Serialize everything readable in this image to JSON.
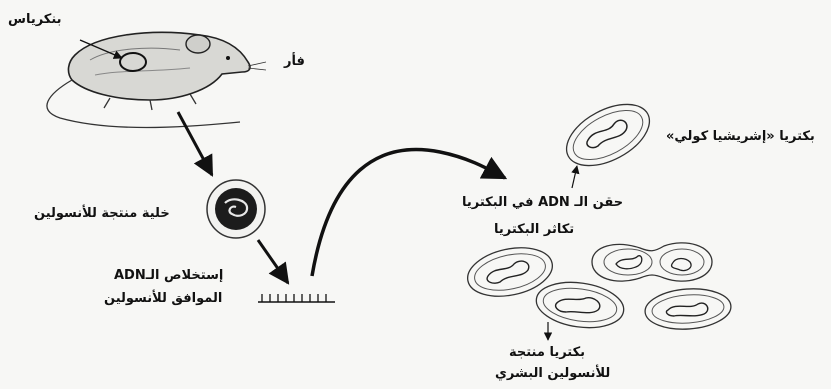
{
  "labels": {
    "pancreas": "بنكرياس",
    "mouse": "فأر",
    "insulin_cell": "خلية منتجة للأنسولين",
    "extraction_line1": "إستخلاص الـADN",
    "extraction_line2": "الموافق للأنسولين",
    "bacteria_ecoli": "بكتريا «إشريشيا كولي»",
    "injection": "حقن الـ ADN في البكتريا",
    "multiplication": "تكاثر البكتريا",
    "producing_line1": "بكتريا منتجة",
    "producing_line2": "للأنسولين البشري"
  },
  "icons": {
    "mouse": "mouse-drawing",
    "cell": "insulin-cell-drawing",
    "dna": "dna-fragment-drawing",
    "bacterium": "bacterium-drawing"
  },
  "colors": {
    "background": "#f7f7f5",
    "ink": "#111111"
  }
}
